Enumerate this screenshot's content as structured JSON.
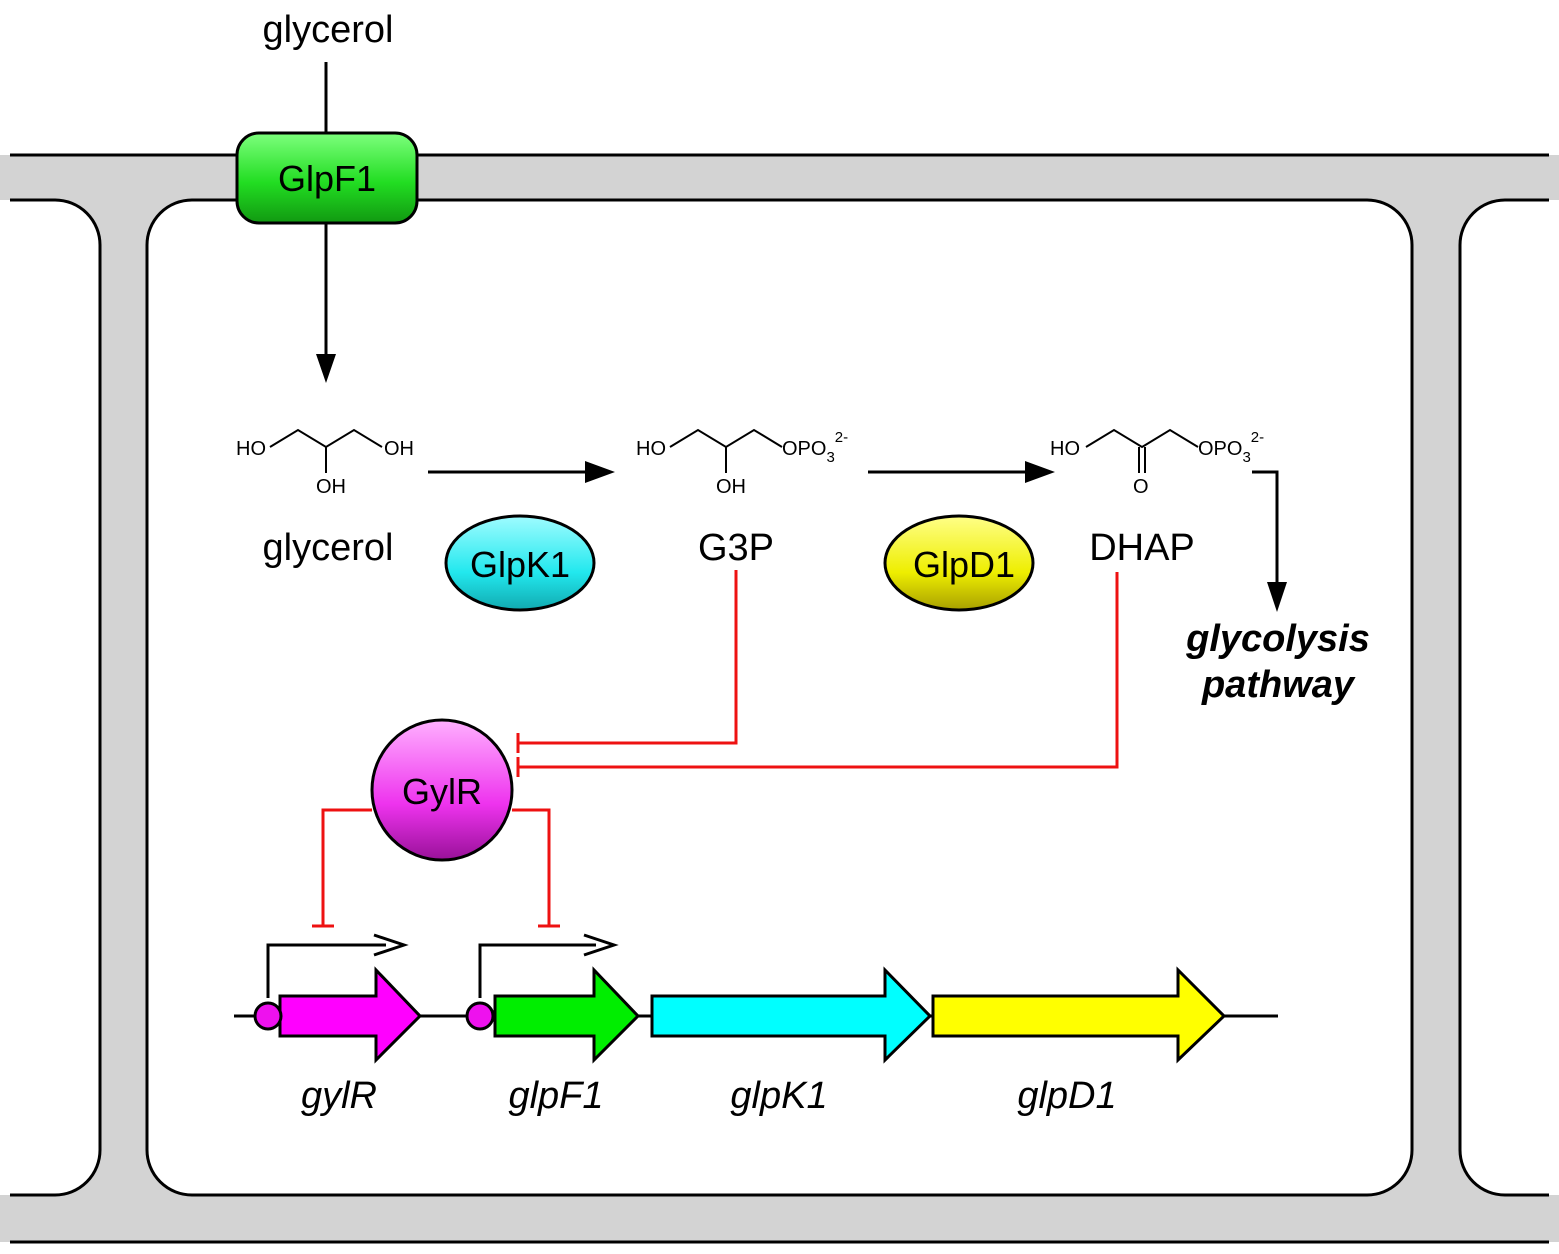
{
  "external_substrate": "glycerol",
  "transporter": {
    "label": "GlpF1",
    "color": "#22dd22"
  },
  "metabolites": {
    "glycerol": {
      "name": "glycerol",
      "left_group": "HO",
      "right_group": "OH",
      "bottom_group": "OH"
    },
    "g3p": {
      "name": "G3P",
      "left_group": "HO",
      "right_group": "OPO",
      "right_subscript": "3",
      "right_superscript": "2-",
      "bottom_group": "OH"
    },
    "dhap": {
      "name": "DHAP",
      "left_group": "HO",
      "right_group": "OPO",
      "right_subscript": "3",
      "right_superscript": "2-",
      "bottom_group": "O"
    }
  },
  "enzymes": {
    "glpk1": {
      "label": "GlpK1",
      "color": "#22e8ee"
    },
    "glpd1": {
      "label": "GlpD1",
      "color": "#eeee00"
    }
  },
  "regulator": {
    "label": "GylR",
    "color": "#ee33ee"
  },
  "downstream": {
    "line1": "glycolysis",
    "line2": "pathway"
  },
  "genes": [
    {
      "name": "gylR",
      "color": "#ff00ff"
    },
    {
      "name": "glpF1",
      "color": "#00ee00"
    },
    {
      "name": "glpK1",
      "color": "#00ffff"
    },
    {
      "name": "glpD1",
      "color": "#ffff00"
    }
  ],
  "colors": {
    "membrane": "#d3d3d3",
    "inhibition": "#ee1111",
    "operator": "#ee11ee"
  }
}
